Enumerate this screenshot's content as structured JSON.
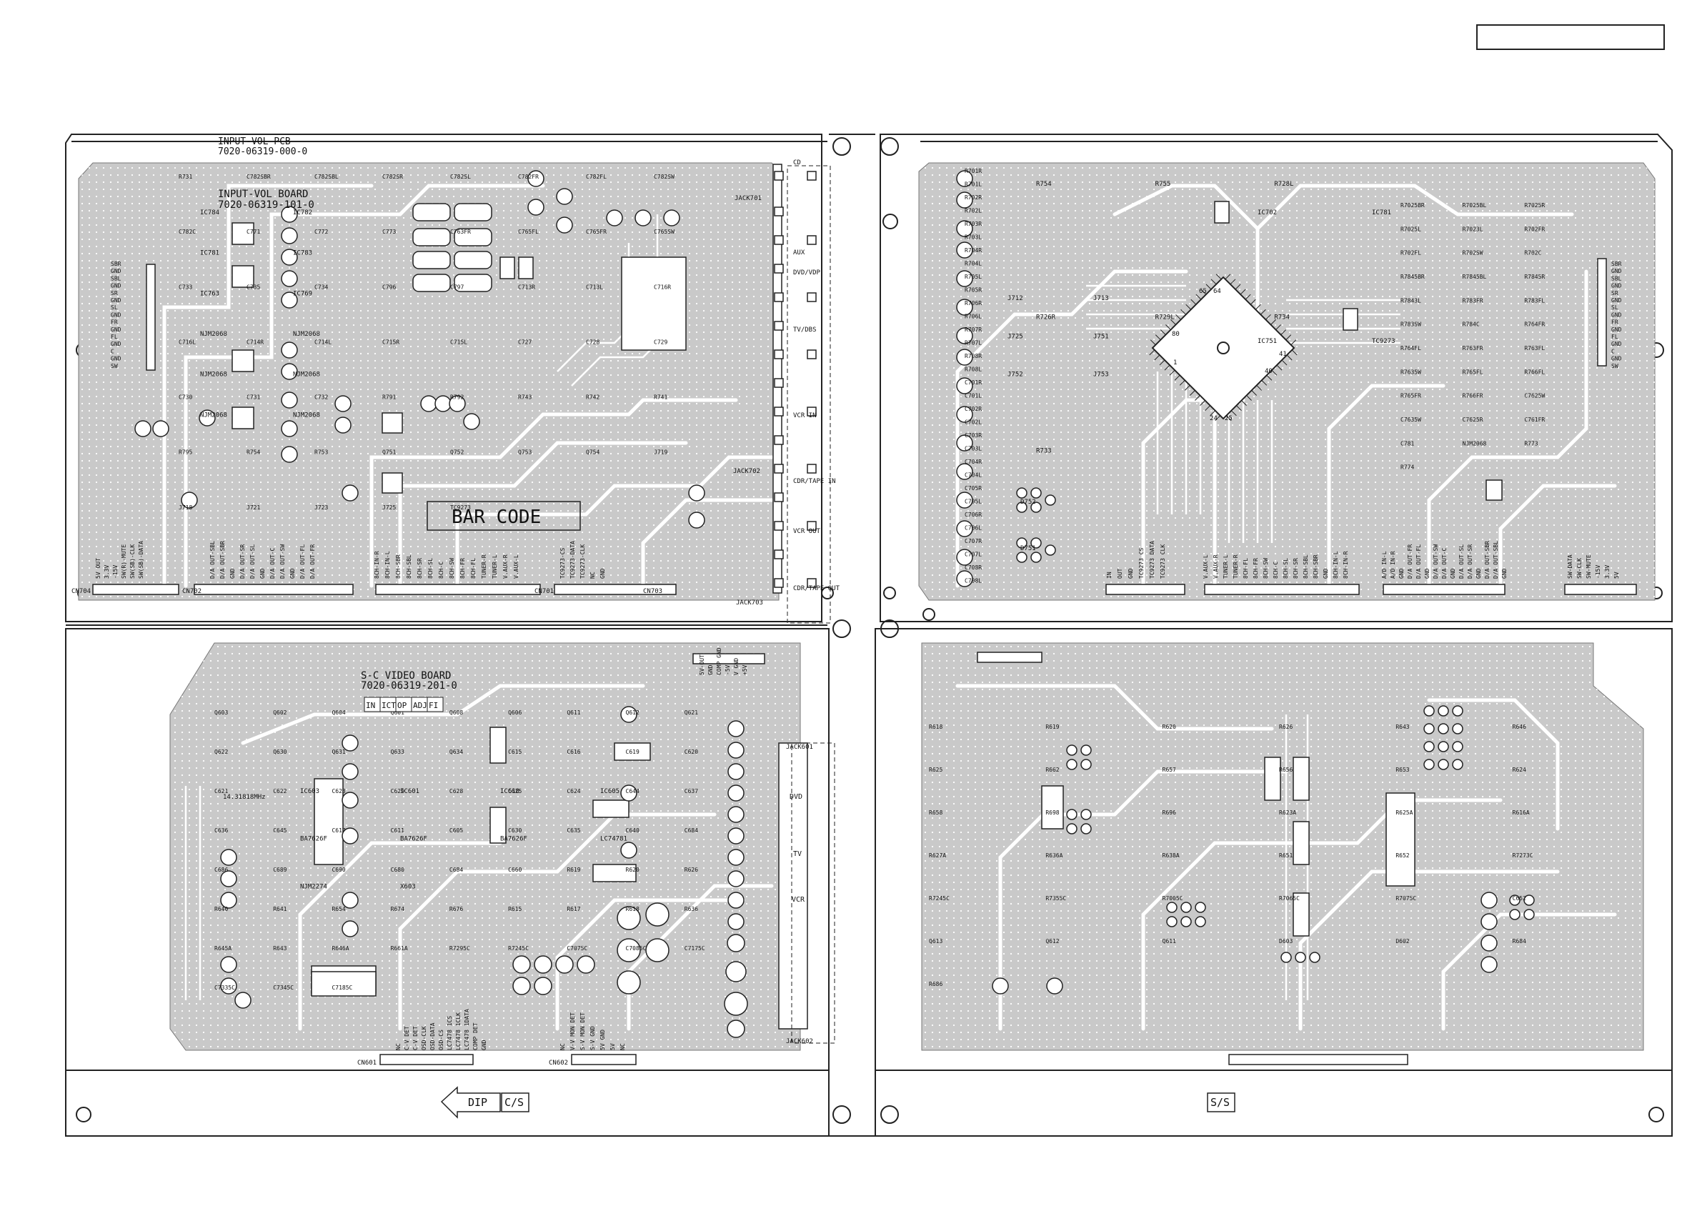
{
  "header": {
    "page_box_text": ""
  },
  "boards": {
    "input_vol": {
      "pcb_title": "INPUT-VOL PCB",
      "pcb_number": "7020-06319-000-0",
      "board_title": "INPUT-VOL BOARD",
      "board_number": "7020-06319-101-0",
      "bar_code": "BAR CODE",
      "connectors": [
        "CN704",
        "CN702",
        "CN701",
        "CN703"
      ],
      "jacks": [
        "JACK701",
        "JACK702",
        "JACK703"
      ],
      "jack_labels": [
        "CD",
        "AUX",
        "DVD/VDP",
        "TV/DBS",
        "VCR IN",
        "CDR/TAPE IN",
        "VCR OUT",
        "CDR/TAPE OUT"
      ],
      "side_pins": [
        "SBR",
        "GND",
        "SBL",
        "GND",
        "SR",
        "GND",
        "SL",
        "GND",
        "FR",
        "GND",
        "FL",
        "GND",
        "C",
        "GND",
        "SW"
      ],
      "ics": [
        "IC784",
        "IC782",
        "IC781",
        "IC783",
        "IC763",
        "IC769",
        "NJM2068",
        "NJM2068",
        "NJM2068",
        "NJM2068",
        "NJM2068",
        "NJM2068"
      ],
      "components": [
        "R731",
        "C782SBR",
        "C782SBL",
        "C782SR",
        "C782SL",
        "C782FR",
        "C782FL",
        "C782SW",
        "C782C",
        "C771",
        "C772",
        "C773",
        "C763FR",
        "C765FL",
        "C765FR",
        "C765SW",
        "C733",
        "C735",
        "C734",
        "C796",
        "C797",
        "C713R",
        "C713L",
        "C716R",
        "C716L",
        "C714R",
        "C714L",
        "C715R",
        "C715L",
        "C727",
        "C728",
        "C729",
        "C730",
        "C731",
        "C732",
        "R791",
        "R792",
        "R743",
        "R742",
        "R741",
        "R795",
        "R754",
        "R753",
        "Q751",
        "Q752",
        "Q753",
        "Q754",
        "J719",
        "J718",
        "J721",
        "J723",
        "J725",
        "TC9273"
      ],
      "bottom_pins": [
        "5V OUT",
        "3.3V",
        "-15V",
        "SW(R)-MUTE",
        "SW(SB)-CLK",
        "SW(SB)-DATA",
        "D/A OUT-SBL",
        "D/A OUT-SBR",
        "GND",
        "D/A OUT-SR",
        "D/A OUT-SL",
        "GND",
        "D/A OUT-C",
        "D/A OUT-SW",
        "GND",
        "D/A OUT-FL",
        "D/A OUT-FR",
        "8CH-IN-R",
        "8CH-IN-L",
        "8CH-SBR",
        "8CH-SBL",
        "8CH-SR",
        "8CH-SL",
        "8CH-C",
        "8CH-SW",
        "8CH-FR",
        "8CH-FL",
        "TUNER-R",
        "TUNER-L",
        "V.AUX-R",
        "V.AUX-L",
        "TC9273-CS",
        "TC9273-DATA",
        "TC9273-CLK",
        "NC",
        "GND"
      ]
    },
    "sc_video": {
      "board_title": "S-C VIDEO BOARD",
      "board_number": "7020-06319-201-0",
      "check_grid": [
        "IN",
        "ICT",
        "OP",
        "ADJ",
        "FI"
      ],
      "connectors": [
        "CN601",
        "CN602"
      ],
      "jacks": [
        "JACK601",
        "JACK602"
      ],
      "jack_labels": [
        "DVD",
        "TV",
        "VCR"
      ],
      "ics": [
        "IC603",
        "IC601",
        "IC610",
        "IC605",
        "BA7626F",
        "BA7626F",
        "BA7626F",
        "LC74781",
        "NJM2274",
        "X603"
      ],
      "crystal": "14.31818MHz",
      "components": [
        "Q603",
        "Q602",
        "Q604",
        "Q601",
        "Q608",
        "Q606",
        "Q611",
        "Q612",
        "Q621",
        "Q622",
        "Q630",
        "Q631",
        "Q633",
        "Q634",
        "C615",
        "C616",
        "C619",
        "C620",
        "C621",
        "C622",
        "C623",
        "C629",
        "C628",
        "C625",
        "C624",
        "C644",
        "C637",
        "C636",
        "C645",
        "C617",
        "C611",
        "C605",
        "C630",
        "C635",
        "C640",
        "C684",
        "C686",
        "C689",
        "C690",
        "C680",
        "C684",
        "C660",
        "R619",
        "R620",
        "R626",
        "R640",
        "R641",
        "R654",
        "R674",
        "R676",
        "R615",
        "R617",
        "R618",
        "R636",
        "R645A",
        "R643",
        "R646A",
        "R661A",
        "R7295C",
        "R7245C",
        "C7075C",
        "C7085C",
        "C7175C",
        "C7335C",
        "C7345C",
        "C7185C"
      ],
      "bottom_pins": [
        "NC",
        "C-V DET",
        "C-V DET",
        "OSD-CLK",
        "OSD-DATA",
        "OSD-CS",
        "LC7478 1CS",
        "LC7478 1CLK",
        "LC7478 1DATA",
        "COMP DET",
        "GND",
        "NC",
        "V-V MON DET",
        "S-V MON DET",
        "S-V GND",
        "5V GND",
        "5V",
        "NC"
      ],
      "top_pins": [
        "5V-OUT",
        "GND",
        "COMP GND",
        "-5V",
        "V GND",
        "+5V"
      ],
      "dip": "DIP",
      "cs": "C/S"
    },
    "dsp": {
      "components_left": [
        "R701R",
        "R701L",
        "R702R",
        "R702L",
        "R703R",
        "R703L",
        "R704R",
        "R704L",
        "R705L",
        "R705R",
        "R706R",
        "R706L",
        "R707R",
        "R707L",
        "R708R",
        "R708L",
        "C701R",
        "C701L",
        "C702R",
        "C702L",
        "C703R",
        "C703L",
        "C704R",
        "C704L",
        "C705R",
        "C705L",
        "C706R",
        "C706L",
        "C707R",
        "C707L",
        "C708R",
        "C708L"
      ],
      "components_right": [
        "R7025BR",
        "R7025BL",
        "R7025R",
        "R7025L",
        "R7023L",
        "R702FR",
        "R702FL",
        "R702SW",
        "R702C",
        "R7845BR",
        "R7845BL",
        "R7845R",
        "R7843L",
        "R783FR",
        "R783FL",
        "R783SW",
        "R784C",
        "R764FR",
        "R764FL",
        "R763FR",
        "R763FL",
        "R7635W",
        "R765FL",
        "R766FL",
        "R765FR",
        "R766FR",
        "C7625W",
        "C7635W",
        "C7625R",
        "C761FR",
        "C781",
        "NJM2068",
        "R773",
        "R774"
      ],
      "ics": [
        "IC702",
        "IC781",
        "IC751",
        "TC9273"
      ],
      "chip_pins": [
        "65",
        "64",
        "41",
        "40",
        "24",
        "25",
        "1",
        "80"
      ],
      "jumpers": [
        "J712",
        "J713",
        "J725",
        "J751",
        "J752",
        "J753"
      ],
      "diodes": [
        "D751",
        "D752"
      ],
      "misc": [
        "R754",
        "R755",
        "R728L",
        "R726R",
        "R729L",
        "R734",
        "R733"
      ],
      "side_pins": [
        "SBR",
        "GND",
        "SBL",
        "GND",
        "SR",
        "GND",
        "SL",
        "GND",
        "FR",
        "GND",
        "FL",
        "GND",
        "C",
        "GND",
        "SW"
      ],
      "bottom_pins": [
        "IN",
        "OUT",
        "GND",
        "TC9273 CS",
        "TC9273 DATA",
        "TC9273 CLK",
        "V.AUX-L",
        "V.AUX-R",
        "TUNER-L",
        "TUNER-R",
        "8CH-FL",
        "8CH-FR",
        "8CH-SW",
        "8CH-C",
        "8CH-SL",
        "8CH-SR",
        "8CH-SBL",
        "8CH-SBR",
        "GND",
        "8CH-IN-L",
        "8CH-IN-R",
        "A/D IN-L",
        "A/D IN-R",
        "GND",
        "D/A OUT-FR",
        "D/A OUT-FL",
        "GND",
        "D/A OUT-SW",
        "D/A OUT-C",
        "GND",
        "D/A OUT-SL",
        "D/A OUT-SR",
        "GND",
        "D/A OUT-SBR",
        "D/A OUT-SBL",
        "GND",
        "SW-DATA",
        "SW-CLK",
        "SW-MUTE",
        "-15V",
        "3.3V",
        "5V"
      ]
    },
    "sc_video_solder": {
      "ss": "S/S",
      "components": [
        "R618",
        "R619",
        "R620",
        "R626",
        "R643",
        "R646",
        "R625",
        "R662",
        "R657",
        "R656",
        "R653",
        "R624",
        "R658",
        "R698",
        "R696",
        "R623A",
        "R625A",
        "R616A",
        "R627A",
        "R636A",
        "R638A",
        "R651",
        "R652",
        "R7273C",
        "R7245C",
        "R7355C",
        "R7005C",
        "R7065C",
        "R7075C",
        "C652",
        "Q613",
        "Q612",
        "Q611",
        "D603",
        "D602",
        "R684",
        "R686"
      ]
    }
  }
}
